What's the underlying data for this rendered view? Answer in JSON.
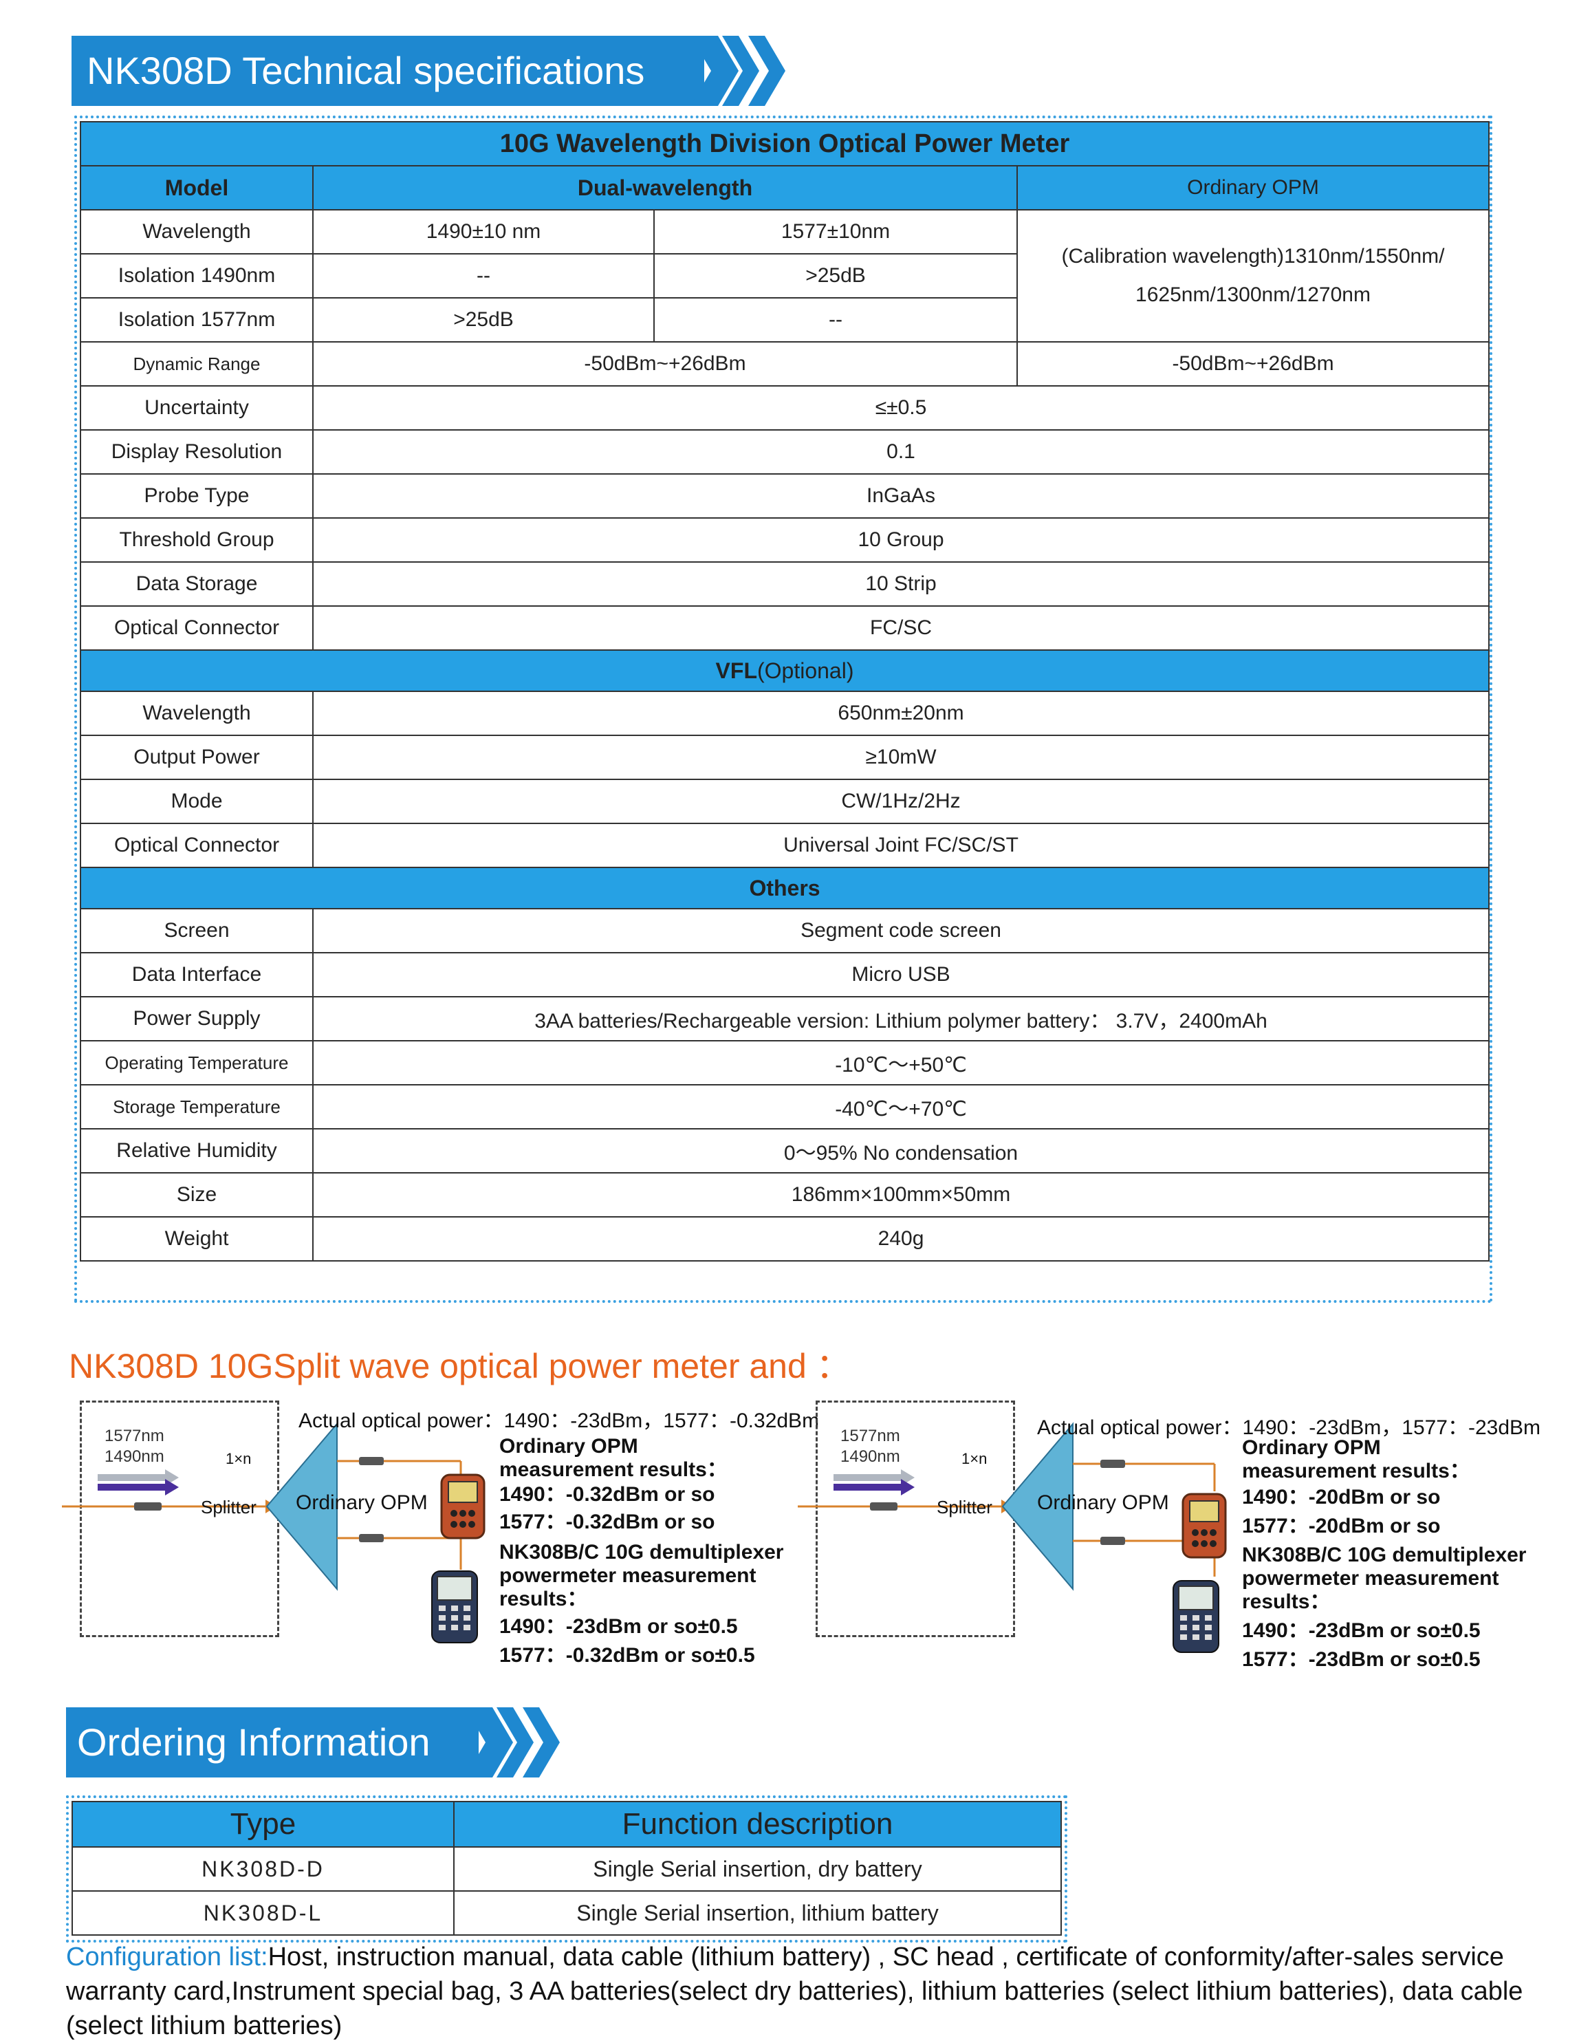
{
  "specs_header": {
    "title": "NK308D Technical specifications"
  },
  "spec_table": {
    "title": "10G Wavelength Division  Optical Power Meter",
    "model_label": "Model",
    "col_dual": "Dual-wavelength",
    "col_ordinary": "Ordinary OPM",
    "wavelength_label": "Wavelength",
    "wl_1490": "1490±10 nm",
    "wl_1577": "1577±10nm",
    "iso1490_label": "Isolation 1490nm",
    "iso1490_a": "--",
    "iso1490_b": ">25dB",
    "iso1577_label": "Isolation 1577nm",
    "iso1577_a": ">25dB",
    "iso1577_b": "--",
    "calibration_line1": "(Calibration wavelength)1310nm/1550nm/",
    "calibration_line2": "1625nm/1300nm/1270nm",
    "dynamic_label": "Dynamic Range",
    "dynamic_dual": "-50dBm~+26dBm",
    "dynamic_ordinary": "-50dBm~+26dBm",
    "rows": [
      {
        "label": "Uncertainty",
        "value": "≤±0.5"
      },
      {
        "label": "Display Resolution",
        "value": "0.1"
      },
      {
        "label": "Probe Type",
        "value": "InGaAs"
      },
      {
        "label": "Threshold Group",
        "value": "10 Group"
      },
      {
        "label": "Data Storage",
        "value": "10  Strip"
      },
      {
        "label": "Optical Connector",
        "value": "FC/SC"
      }
    ],
    "vfl_title": "VFL",
    "vfl_optional": "(Optional)",
    "vfl_rows": [
      {
        "label": "Wavelength",
        "value": "650nm±20nm"
      },
      {
        "label": "Output Power",
        "value": "≥10mW"
      },
      {
        "label": "Mode",
        "value": "CW/1Hz/2Hz"
      },
      {
        "label": "Optical Connector",
        "value": "Universal Joint FC/SC/ST"
      }
    ],
    "others_title": "Others",
    "others_rows": [
      {
        "label": "Screen",
        "value": "Segment code screen"
      },
      {
        "label": "Data Interface",
        "value": "Micro USB"
      },
      {
        "label": "Power Supply",
        "value": "3AA batteries/Rechargeable version:  Lithium polymer battery：  3.7V，2400mAh"
      },
      {
        "label": "Operating Temperature",
        "value": "-10℃～+50℃"
      },
      {
        "label": "Storage Temperature",
        "value": "-40℃～+70℃"
      },
      {
        "label": "Relative Humidity",
        "value": "0～95% No condensation"
      },
      {
        "label": "Size",
        "value": "186mm×100mm×50mm"
      },
      {
        "label": "Weight",
        "value": "240g"
      }
    ]
  },
  "diagram": {
    "title": "NK308D 10GSplit wave optical power meter and  ：",
    "panels": [
      {
        "wl_a": "1577nm",
        "wl_b": "1490nm",
        "splitter_ratio": "1×n",
        "splitter_label": "Splitter",
        "actual_power": "Actual optical power：1490：-23dBm，1577：-0.32dBm",
        "opm_label": "Ordinary OPM",
        "opm_results_title1": "Ordinary OPM",
        "opm_results_title2": "measurement results：",
        "opm_r1": "1490：-0.32dBm or so",
        "opm_r2": "1577：-0.32dBm or so",
        "nk_title1": "NK308B/C 10G demultiplexer",
        "nk_title2": "powermeter measurement",
        "nk_title3": "results：",
        "nk_r1": "1490：-23dBm or so±0.5",
        "nk_r2": "1577：-0.32dBm or so±0.5"
      },
      {
        "wl_a": "1577nm",
        "wl_b": "1490nm",
        "splitter_ratio": "1×n",
        "splitter_label": "Splitter",
        "actual_power": "Actual optical power：1490：-23dBm，1577：-23dBm",
        "opm_label": "Ordinary OPM",
        "opm_results_title1": "Ordinary OPM",
        "opm_results_title2": "measurement results：",
        "opm_r1": "1490：-20dBm or so",
        "opm_r2": "1577：-20dBm or so",
        "nk_title1": "NK308B/C 10G demultiplexer",
        "nk_title2": "powermeter measurement",
        "nk_title3": "results：",
        "nk_r1": "1490：-23dBm or so±0.5",
        "nk_r2": "1577：-23dBm or so±0.5"
      }
    ]
  },
  "ordering_header": {
    "title": "Ordering Information"
  },
  "ordering_table": {
    "col_type": "Type",
    "col_desc": "Function description",
    "rows": [
      {
        "type": "NK308D-D",
        "desc": "Single Serial insertion, dry battery"
      },
      {
        "type": "NK308D-L",
        "desc": "Single Serial insertion, lithium battery"
      }
    ]
  },
  "config": {
    "label": "Configuration list:",
    "text": "Host, instruction manual, data cable (lithium battery) , SC head  , certificate of conformity/after-sales service warranty card,Instrument special bag, 3 AA batteries(select dry batteries), lithium batteries (select lithium batteries), data cable (select lithium batteries)"
  },
  "colors": {
    "banner": "#1e88d0",
    "table_header": "#26a1e4",
    "diagram_title": "#e8641f",
    "fiber": "#d9822b",
    "splitter": "#5fb3d6"
  }
}
